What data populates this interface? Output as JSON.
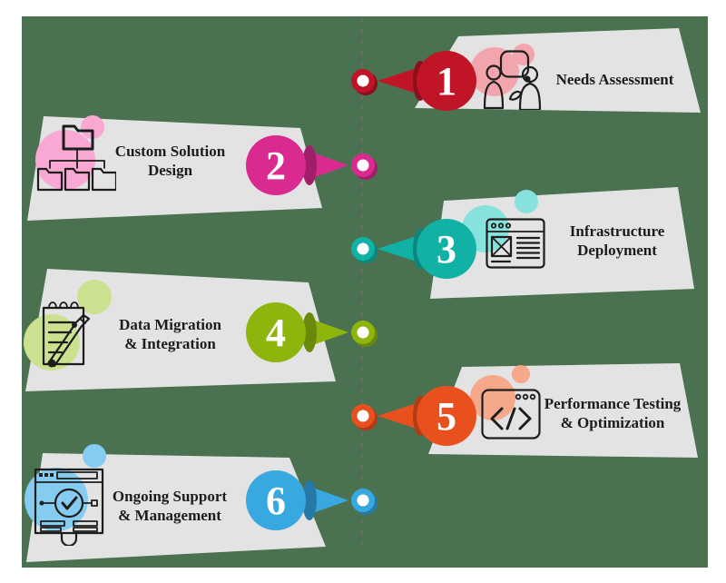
{
  "background": {
    "margin_color": "#ffffff",
    "panel_color": "#4a7150"
  },
  "timeline": {
    "line_color": "#6a6a6a",
    "band_color": "#e3e3e3",
    "node_center_color": "#ffffff"
  },
  "steps": [
    {
      "number": "1",
      "label_lines": [
        "Needs Assessment"
      ],
      "color": "#bf1527",
      "dark_color": "#8c0f1d",
      "light_color": "#f3a5ad",
      "icon": "conversation-icon",
      "side": "right"
    },
    {
      "number": "2",
      "label_lines": [
        "Custom Solution",
        "Design"
      ],
      "color": "#d92b8f",
      "dark_color": "#a11f6a",
      "light_color": "#f9a8d3",
      "icon": "sitemap-folders-icon",
      "side": "left"
    },
    {
      "number": "3",
      "label_lines": [
        "Infrastructure",
        "Deployment"
      ],
      "color": "#12b1a6",
      "dark_color": "#0d867e",
      "light_color": "#87e1dc",
      "icon": "browser-layout-icon",
      "side": "right"
    },
    {
      "number": "4",
      "label_lines": [
        "Data Migration",
        "& Integration"
      ],
      "color": "#8db50c",
      "dark_color": "#6a890a",
      "light_color": "#cbe18f",
      "icon": "notepad-pencil-icon",
      "side": "left"
    },
    {
      "number": "5",
      "label_lines": [
        "Performance Testing",
        "& Optimization"
      ],
      "color": "#e8511d",
      "dark_color": "#b23c13",
      "light_color": "#f6a88a",
      "icon": "code-window-icon",
      "side": "right"
    },
    {
      "number": "6",
      "label_lines": [
        "Ongoing Support",
        "& Management"
      ],
      "color": "#38a8e0",
      "dark_color": "#2679a6",
      "light_color": "#85ccf0",
      "icon": "browser-checkmark-icon",
      "side": "left"
    }
  ]
}
